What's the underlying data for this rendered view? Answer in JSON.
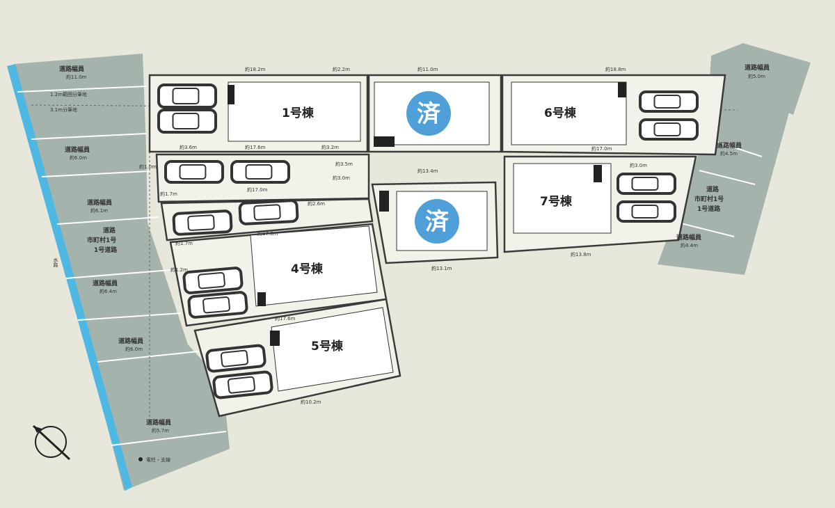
{
  "map": {
    "sold_mark": "済",
    "buildings": [
      "1号棟",
      "6号棟",
      "7号棟",
      "4号棟",
      "5号棟"
    ],
    "roads": {
      "left_top": [
        "道路幅員",
        "約11.0m"
      ],
      "left_note": [
        "1.2m範囲分筆地",
        "3.1m分筆地"
      ],
      "left_2": [
        "道路幅員",
        "約6.0m"
      ],
      "left_3": [
        "道路幅員",
        "約6.1m"
      ],
      "left_main": [
        "道路",
        "市町村1号",
        "1号道路"
      ],
      "left_4": [
        "道路幅員",
        "約6.4m"
      ],
      "left_5": [
        "道路幅員",
        "約6.0m"
      ],
      "left_6": [
        "道路幅員",
        "約5.7m"
      ],
      "right_top": [
        "道路幅員",
        "約5.0m"
      ],
      "right_2": [
        "道路幅員",
        "約4.5m"
      ],
      "right_main": [
        "道路",
        "市町村1号",
        "1号道路"
      ],
      "right_3": [
        "道路幅員",
        "約4.4m"
      ]
    },
    "dims": {
      "top_1": "約18.2m",
      "top_2": "約2.2m",
      "top_3": "約11.0m",
      "top_4": "約18.8m",
      "lot1_bottom": "約17.6m",
      "lot1_bl": "約3.6m",
      "lot1_br": "約3.2m",
      "row2_right": "約3.5m",
      "row2_r2": "約3.0m",
      "row2_left": "約1.7m",
      "row2_mid": "約17.0m",
      "row2_l1": "約1.0m",
      "row3_left": "約1.7m",
      "row3_mid": "約17.6m",
      "row3_right": "約2.6m",
      "sold2_top": "約13.4m",
      "sold2_bottom": "約13.1m",
      "lot6_bottom": "約17.0m",
      "lot7_top": "約3.0m",
      "lot7_bottom": "約13.8m",
      "lot5_top": "約17.6m",
      "lot5_bottom": "約10.2m",
      "lot4_left": "約1.2m"
    },
    "legend": "電柱・支線",
    "vertical_label": "水路",
    "compass": "north"
  }
}
